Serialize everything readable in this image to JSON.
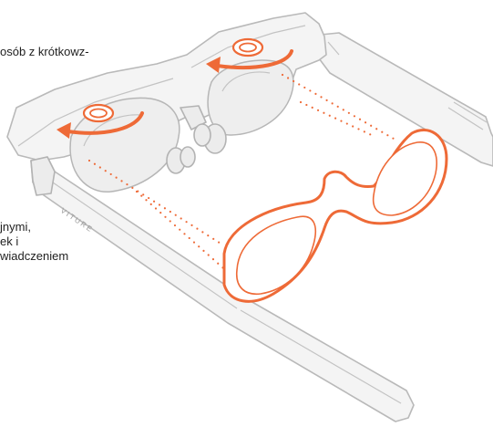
{
  "captions": {
    "top": "osób z krótkowz-",
    "left": [
      "jnymi,",
      "ek i",
      "wiadczeniem"
    ]
  },
  "logo": {
    "text": "VITURE"
  },
  "colors": {
    "accent": "#ee6a37",
    "outline": "#b9b9b9",
    "fill": "#f4f4f4"
  },
  "icons": {
    "rotate_arrow": "curved-arrow-icon",
    "adjuster": "lens-dial-icon"
  }
}
